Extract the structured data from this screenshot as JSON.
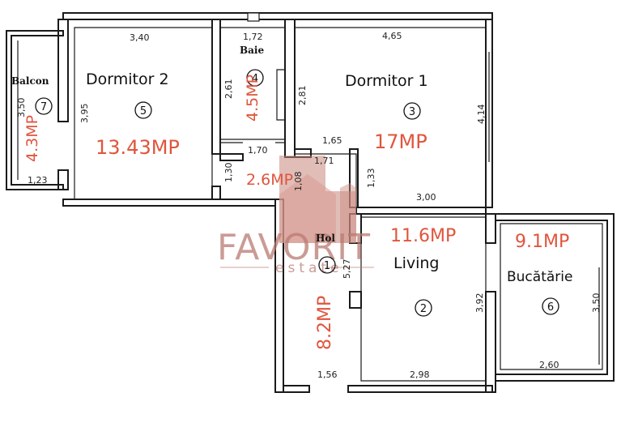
{
  "rooms": {
    "balcon": {
      "name": "Balcon",
      "number": "7",
      "area": "4.3MP",
      "dim_a": "3,50",
      "dim_b": "1,23"
    },
    "dormitor2": {
      "name": "Dormitor 2",
      "number": "5",
      "area": "13.43MP",
      "dim_a": "3,40",
      "dim_b": "3,95"
    },
    "baie": {
      "name": "Baie",
      "number": "4",
      "area": "4.5MP",
      "dim_a": "1,72",
      "dim_b": "2,61",
      "dim_c": "2,81"
    },
    "dormitor1": {
      "name": "Dormitor 1",
      "number": "3",
      "area": "17MP",
      "dim_a": "4,65",
      "dim_b": "4,14",
      "dim_c": "3,00",
      "dim_d": "1,33"
    },
    "hol_small": {
      "area": "2.6MP",
      "dim_a": "1,70",
      "dim_b": "1,30",
      "dim_c": "1,65",
      "dim_d": "1,71",
      "dim_e": "1,08"
    },
    "hol": {
      "name": "Hol",
      "number": "1",
      "area": "8.2MP",
      "dim_a": "5,27",
      "dim_b": "1,56"
    },
    "living": {
      "name": "Living",
      "number": "2",
      "area": "11.6MP",
      "dim_a": "3,92",
      "dim_b": "2,98"
    },
    "bucatarie": {
      "name": "Bucătărie",
      "number": "6",
      "area": "9.1MP",
      "dim_a": "3,50",
      "dim_b": "2,60"
    }
  },
  "watermark": {
    "brand": "FAVORIT",
    "tagline": "estate",
    "color": "#b87a72"
  },
  "colors": {
    "area_text": "#e0553d",
    "walls": "#1a1a1a"
  }
}
